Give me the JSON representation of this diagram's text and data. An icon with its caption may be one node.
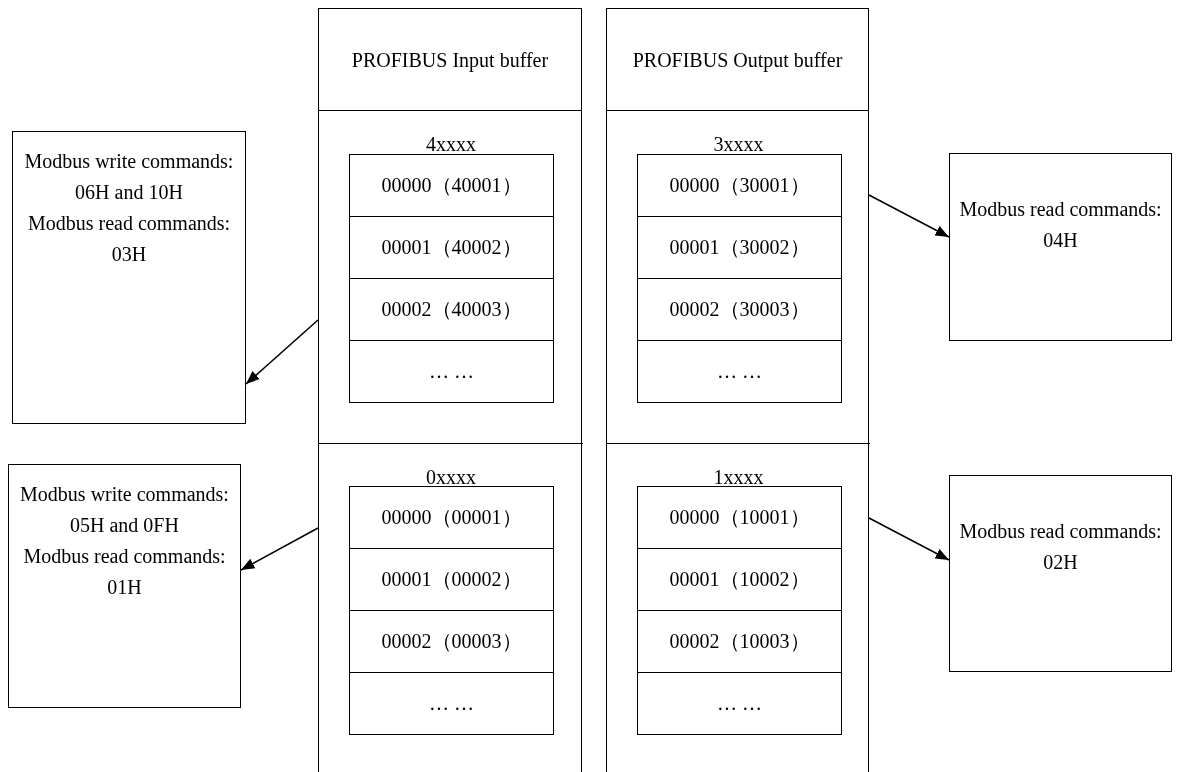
{
  "diagram": {
    "nodes": [
      {
        "text": [
          "PROFIBUS Input buffer"
        ]
      },
      {
        "text": [
          "4xxxx"
        ],
        "in": 0
      },
      {
        "text": [
          "00000（40001）"
        ],
        "in": 1
      },
      {
        "text": [
          "00001（40002）"
        ],
        "in": 1
      },
      {
        "text": [
          "00002（40003）"
        ],
        "in": 1
      },
      {
        "text": [
          "… …"
        ],
        "in": 1
      },
      {
        "text": [
          "0xxxx"
        ],
        "in": 0
      },
      {
        "text": [
          "00000（00001）"
        ],
        "in": 6
      },
      {
        "text": [
          "00001（00002）"
        ],
        "in": 6
      },
      {
        "text": [
          "00002（00003）"
        ],
        "in": 6
      },
      {
        "text": [
          "… …"
        ],
        "in": 6
      },
      {
        "text": [
          "PROFIBUS Output buffer"
        ]
      },
      {
        "text": [
          "3xxxx"
        ],
        "in": 11
      },
      {
        "text": [
          "00000（30001）"
        ],
        "in": 12
      },
      {
        "text": [
          "00001（30002）"
        ],
        "in": 12
      },
      {
        "text": [
          "00002（30003）"
        ],
        "in": 12
      },
      {
        "text": [
          "… …"
        ],
        "in": 12
      },
      {
        "text": [
          "1xxxx"
        ],
        "in": 11
      },
      {
        "text": [
          "00000（10001）"
        ],
        "in": 17
      },
      {
        "text": [
          "00001（10002）"
        ],
        "in": 17
      },
      {
        "text": [
          "00002（10003）"
        ],
        "in": 17
      },
      {
        "text": [
          "… …"
        ],
        "in": 17
      },
      {
        "text": [
          "Modbus write commands: 06H and 10H",
          "Modbus read commands: 03H"
        ]
      },
      {
        "text": [
          "Modbus write commands: 05H and 0FH",
          "Modbus read commands: 01H"
        ]
      },
      {
        "text": [
          "Modbus read commands: 04H"
        ]
      },
      {
        "text": [
          "Modbus read commands: 02H"
        ]
      }
    ],
    "edges": [
      {
        "from": 1,
        "to": 22,
        "arrow": "to"
      },
      {
        "from": 6,
        "to": 23,
        "arrow": "to"
      },
      {
        "from": 12,
        "to": 24,
        "arrow": "to"
      },
      {
        "from": 17,
        "to": 25,
        "arrow": "to"
      }
    ]
  }
}
